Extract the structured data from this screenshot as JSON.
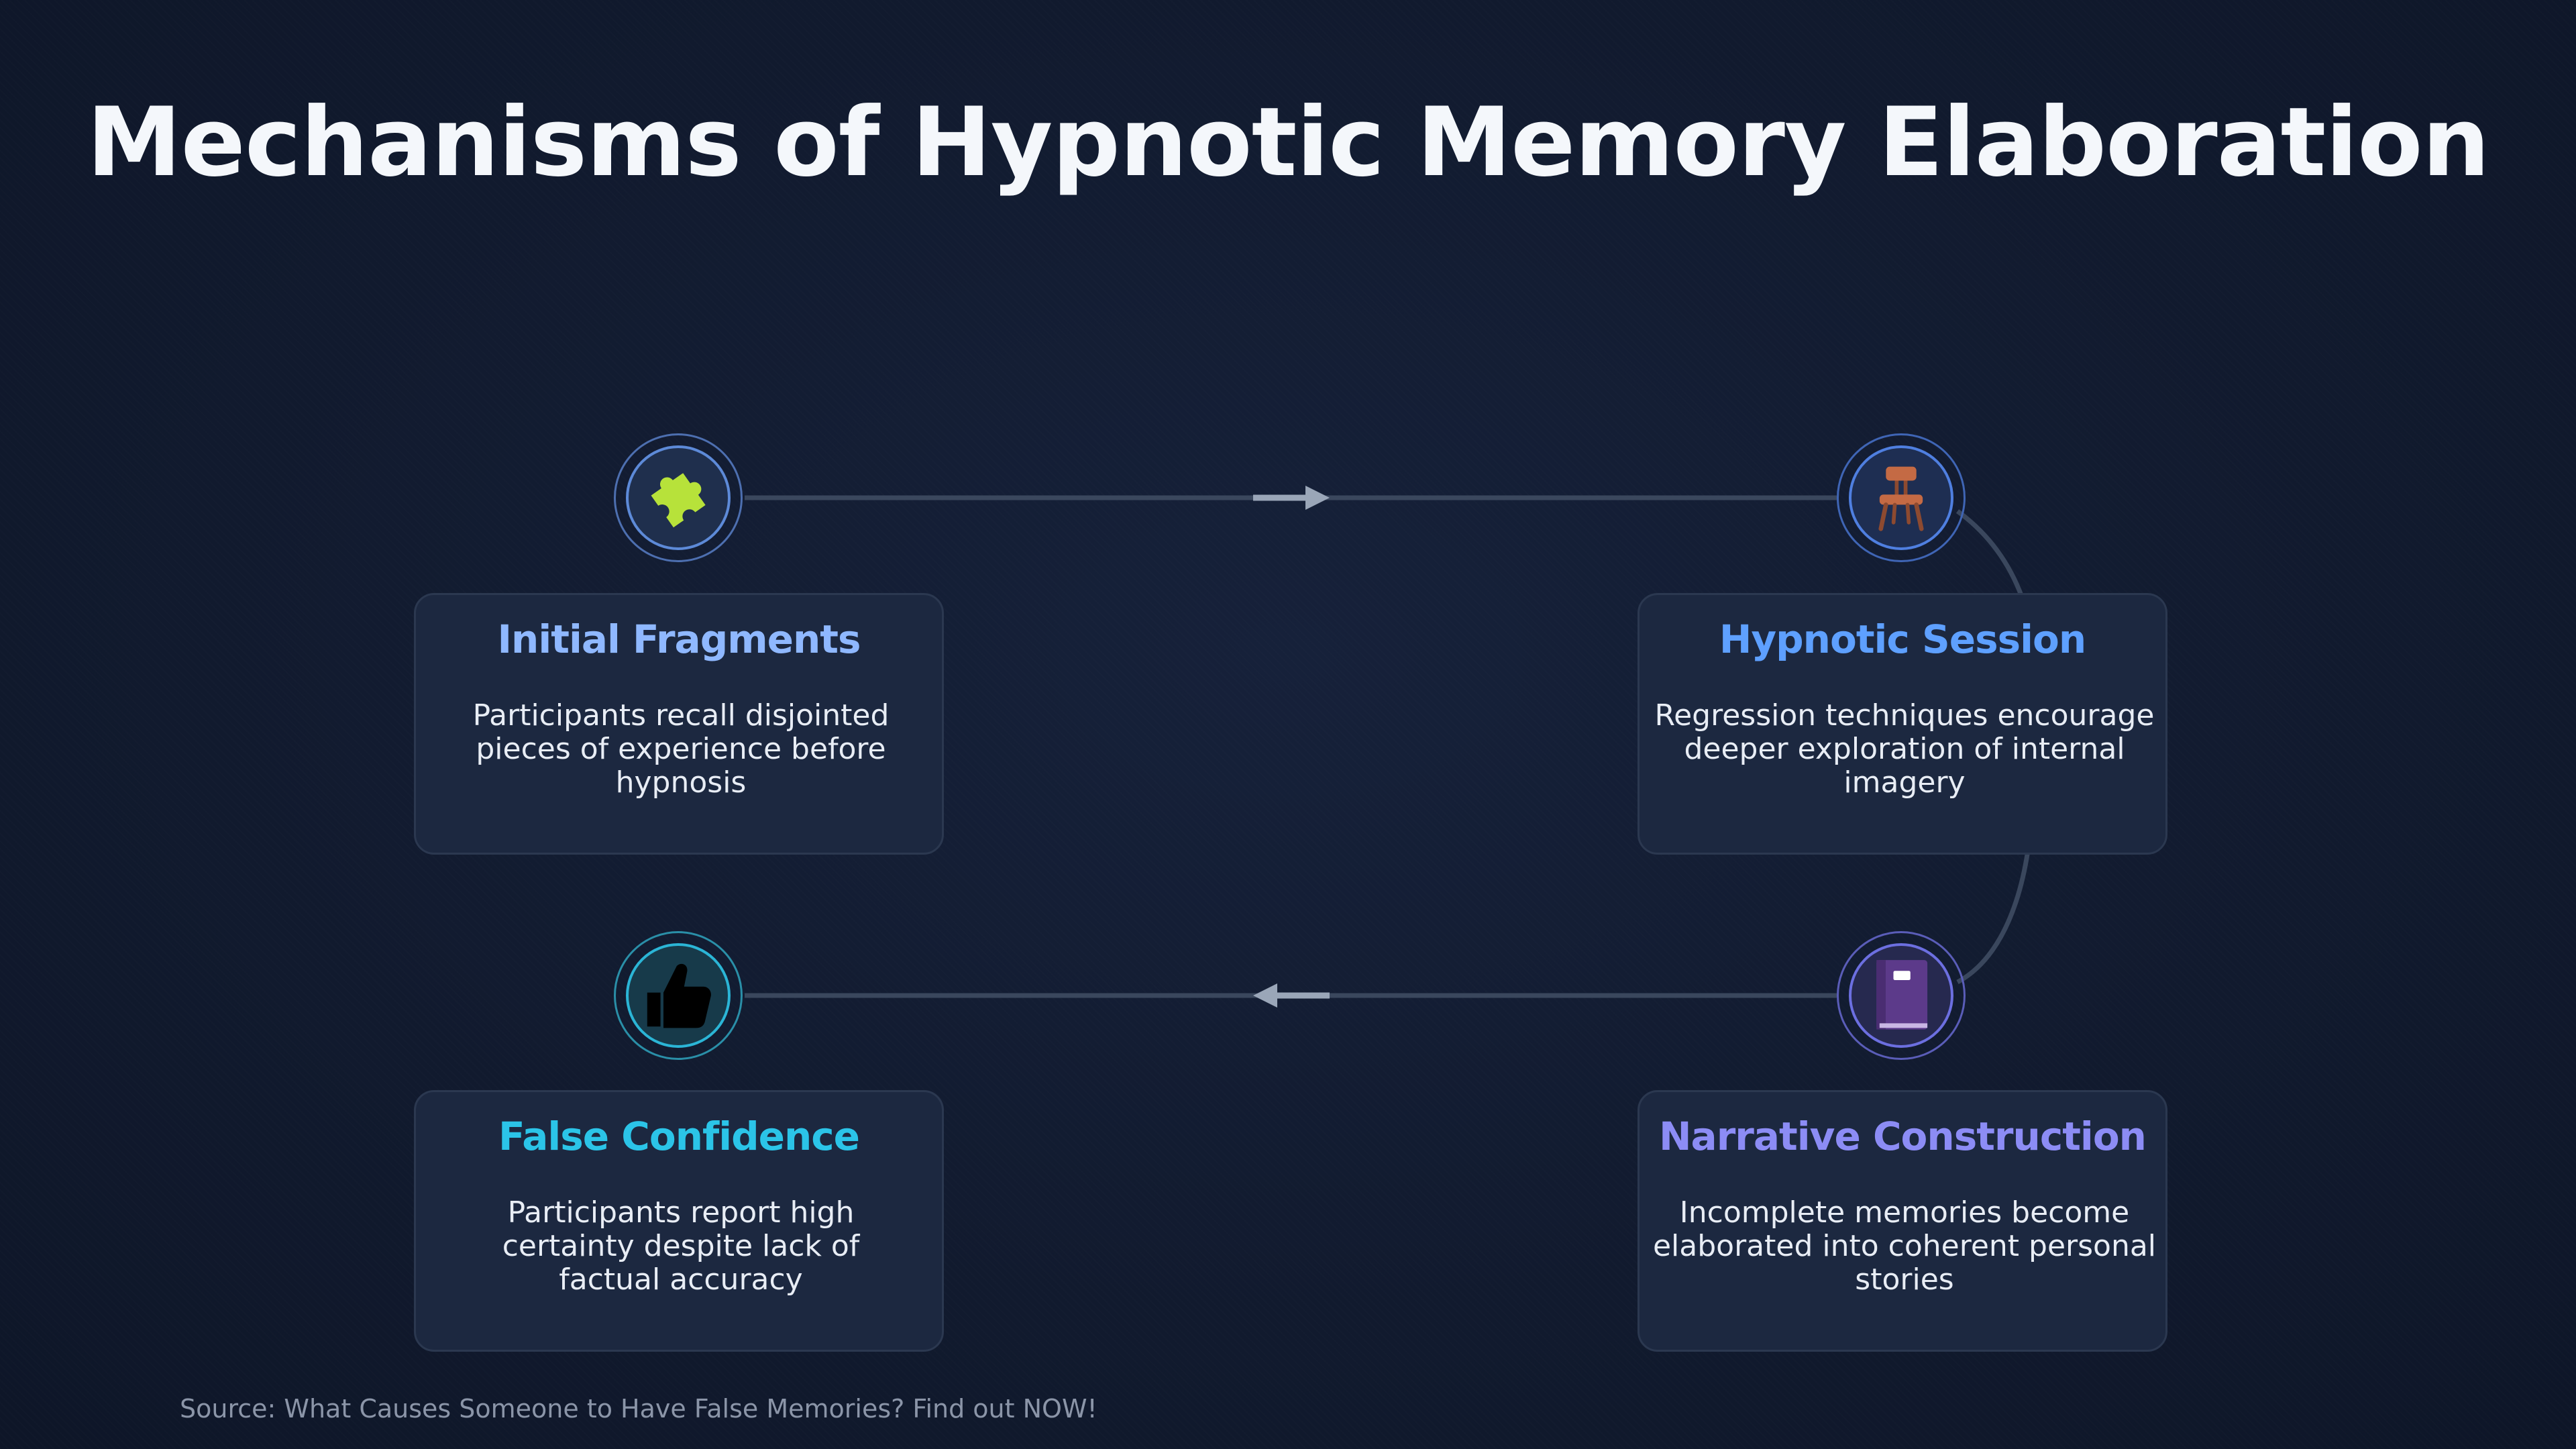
{
  "title": "Mechanisms of Hypnotic Memory Elaboration",
  "steps": [
    {
      "heading": "Initial Fragments",
      "text": "Participants recall disjointed pieces of experience before hypnosis",
      "icon": "puzzle-piece-icon",
      "color": "#8fb8ff"
    },
    {
      "heading": "Hypnotic Session",
      "text": "Regression techniques encourage deeper exploration of internal imagery",
      "icon": "chair-icon",
      "color": "#5ea0ff"
    },
    {
      "heading": "Narrative Construction",
      "text": "Incomplete memories become elaborated into coherent personal stories",
      "icon": "book-icon",
      "color": "#8c8cf5"
    },
    {
      "heading": "False Confidence",
      "text": "Participants report high certainty despite lack of factual accuracy",
      "icon": "thumbs-up-icon",
      "color": "#2bc4e8"
    }
  ],
  "source": "Source: What Causes Someone to Have False Memories? Find out NOW!"
}
